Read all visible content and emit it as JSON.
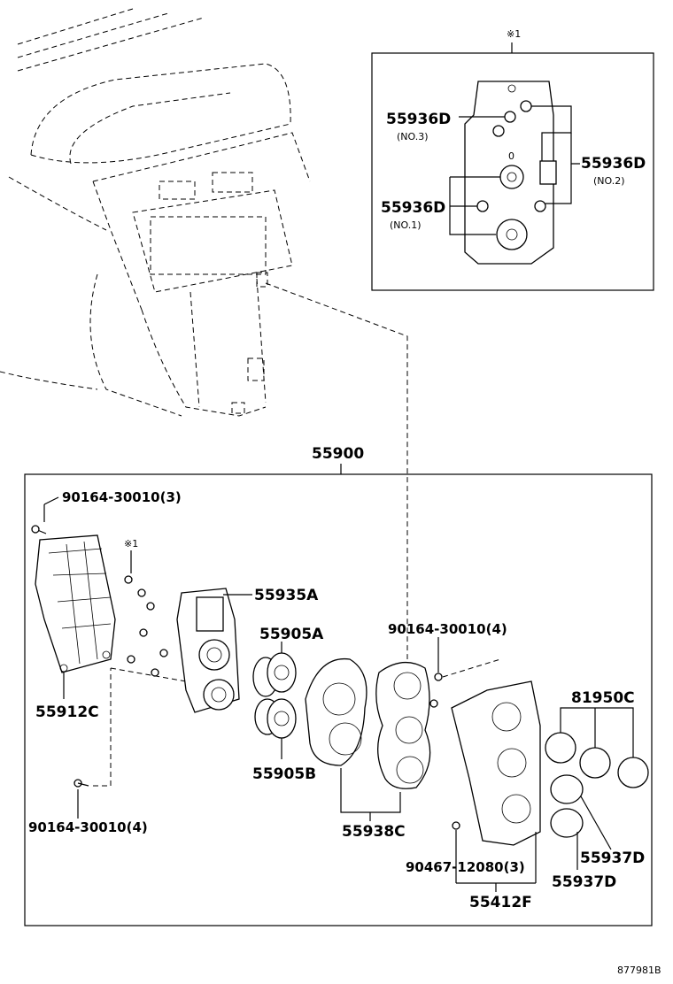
{
  "inset": {
    "marker": "※1",
    "labels": [
      {
        "id": "top",
        "part": "55936D",
        "sub": "(NO.3)"
      },
      {
        "id": "mid",
        "part": "55936D",
        "sub": "(NO.2)"
      },
      {
        "id": "low",
        "part": "55936D",
        "sub": "(NO.1)"
      }
    ],
    "dial_mark": "0"
  },
  "assembly": {
    "part": "55900",
    "marker": "※1"
  },
  "parts": [
    {
      "id": "screw-tl",
      "text": "90164-30010(3)"
    },
    {
      "id": "bracket",
      "text": "55912C"
    },
    {
      "id": "screw-bl",
      "text": "90164-30010(4)"
    },
    {
      "id": "control-unit",
      "text": "55935A"
    },
    {
      "id": "knob-a",
      "text": "55905A"
    },
    {
      "id": "knob-b",
      "text": "55905B"
    },
    {
      "id": "screw-mid",
      "text": "90164-30010(4)"
    },
    {
      "id": "bezel-inner",
      "text": "55938C"
    },
    {
      "id": "lens",
      "text": "81950C"
    },
    {
      "id": "ring-1",
      "text": "55937D"
    },
    {
      "id": "ring-2",
      "text": "55937D"
    },
    {
      "id": "screw-br",
      "text": "90467-12080(3)"
    },
    {
      "id": "panel",
      "text": "55412F"
    }
  ],
  "footer": {
    "code": "877981B"
  }
}
